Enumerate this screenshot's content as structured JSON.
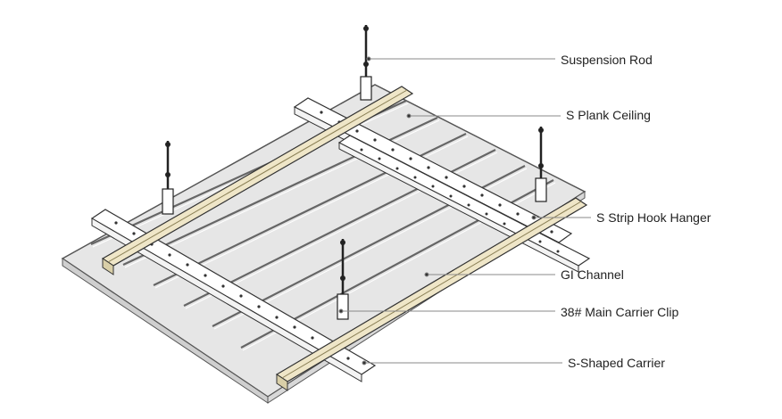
{
  "diagram": {
    "labels": [
      "Suspension Rod",
      "S Plank Ceiling",
      "S Strip Hook Hanger",
      "GI Channel",
      "38# Main Carrier Clip",
      "S-Shaped Carrier"
    ]
  },
  "colors": {
    "panel": "#e6e6e6",
    "panel_stroke": "#555555",
    "channel": "#efe6c8",
    "carrier": "#ffffff",
    "rod": "#222222",
    "leader": "#888888"
  }
}
